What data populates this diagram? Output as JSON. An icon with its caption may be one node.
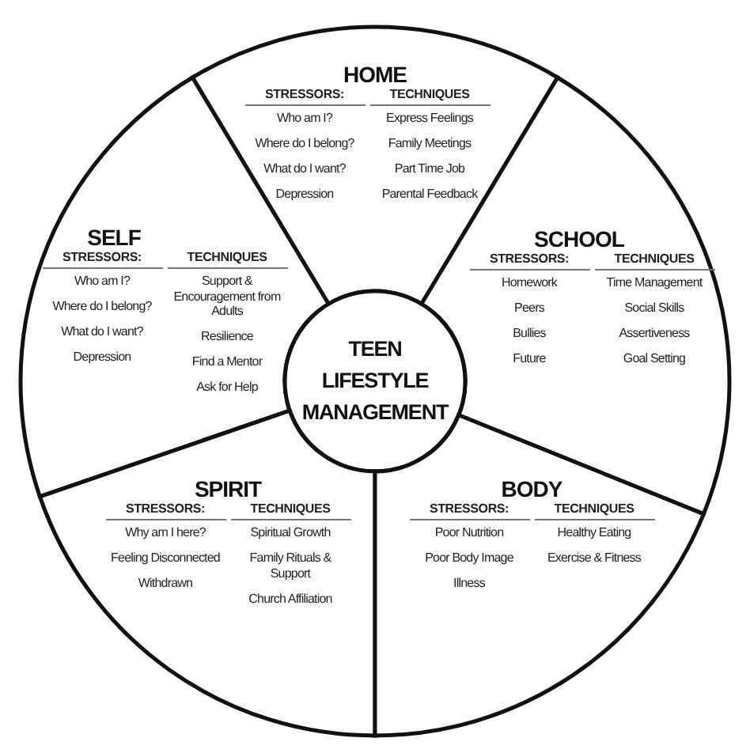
{
  "diagram": {
    "nodes": [
      {
        "text": [
          "HOME",
          "STRESSORS:",
          "TECHNIQUES",
          "Who am I?",
          "Where do I belong?",
          "What do I want?",
          "Depression",
          "Express Feelings",
          "Family Meetings",
          "Part Time Job",
          "Parental Feedback"
        ]
      },
      {
        "text": [
          "SCHOOL",
          "STRESSORS:",
          "TECHNIQUES",
          "Homework",
          "Peers",
          "Bullies",
          "Future",
          "Time Management",
          "Social Skills",
          "Assertiveness",
          "Goal Setting"
        ]
      },
      {
        "text": [
          "SELF",
          "STRESSORS:",
          "TECHNIQUES",
          "Who am I?",
          "Where do I belong?",
          "What do I want?",
          "Depression",
          "Support & Encouragement from Adults",
          "Resilience",
          "Find a Mentor",
          "Ask for Help"
        ]
      },
      {
        "text": [
          "TEEN LIFESTYLE MANAGEMENT"
        ]
      },
      {
        "text": [
          "SPIRIT",
          "STRESSORS:",
          "TECHNIQUES",
          "Why am I here?",
          "Feeling Disconnected",
          "Withdrawn",
          "Spiritual Growth",
          "Family Rituals & Support",
          "Church Affiliation"
        ]
      },
      {
        "text": [
          "BODY",
          "STRESSORS:",
          "TECHNIQUES",
          "Poor Nutrition",
          "Poor Body Image",
          "Illness",
          "Healthy Eating",
          "Exercise & Fitness"
        ]
      }
    ]
  }
}
